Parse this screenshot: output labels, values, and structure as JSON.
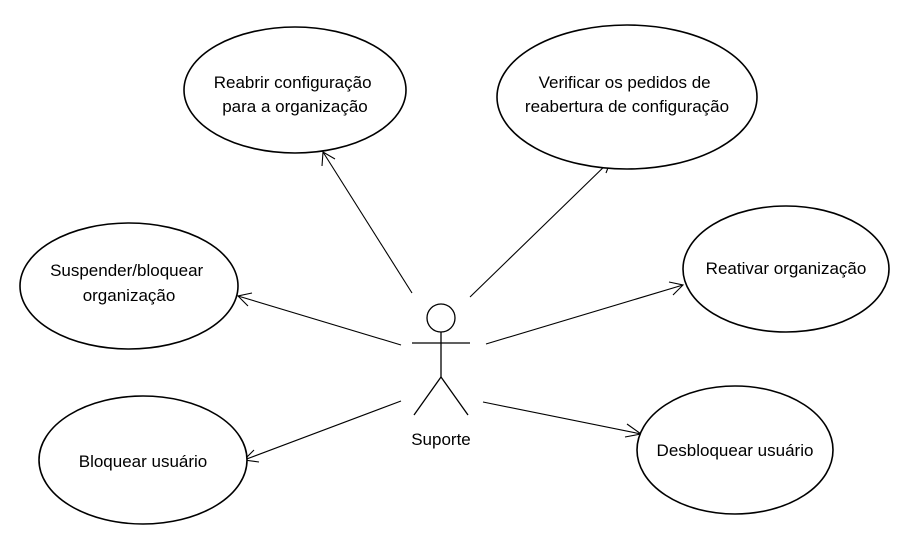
{
  "actor": {
    "name": "Suporte"
  },
  "use_cases": [
    {
      "id": "reabrir",
      "lines": [
        "Reabrir configuração",
        "para a organização"
      ]
    },
    {
      "id": "verificar",
      "lines": [
        "Verificar os pedidos de",
        "reabertura de configuração"
      ]
    },
    {
      "id": "suspender",
      "lines": [
        "Suspender/bloquear",
        "organização"
      ]
    },
    {
      "id": "reativar",
      "lines": [
        "Reativar organização"
      ]
    },
    {
      "id": "bloquear",
      "lines": [
        "Bloquear usuário"
      ]
    },
    {
      "id": "desbloquear",
      "lines": [
        "Desbloquear usuário"
      ]
    }
  ]
}
